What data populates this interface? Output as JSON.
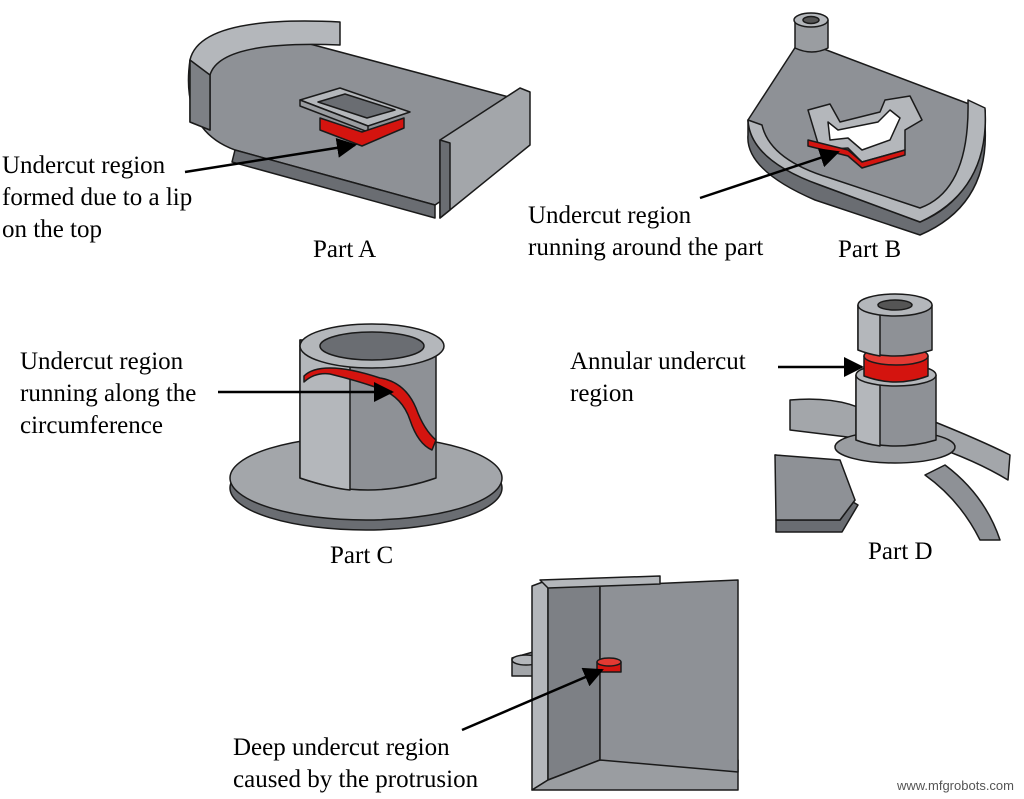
{
  "parts": {
    "a": {
      "caption": "Part A",
      "annotation": [
        "Undercut region",
        "formed due to a lip",
        "on the top"
      ]
    },
    "b": {
      "caption": "Part B",
      "annotation": [
        "Undercut region",
        "running around the part"
      ]
    },
    "c": {
      "caption": "Part C",
      "annotation": [
        "Undercut region",
        "running along the",
        "circumference"
      ]
    },
    "d": {
      "caption": "Part D",
      "annotation": [
        "Annular undercut",
        "region"
      ]
    },
    "e": {
      "annotation": [
        "Deep undercut region",
        "caused by the protrusion"
      ]
    }
  },
  "watermark": "www.mfgrobots.com",
  "colors": {
    "part_fill": "#8e9196",
    "part_light": "#b4b7bb",
    "part_dark": "#6a6d72",
    "undercut": "#d4140f",
    "outline": "#1a1a1a"
  }
}
